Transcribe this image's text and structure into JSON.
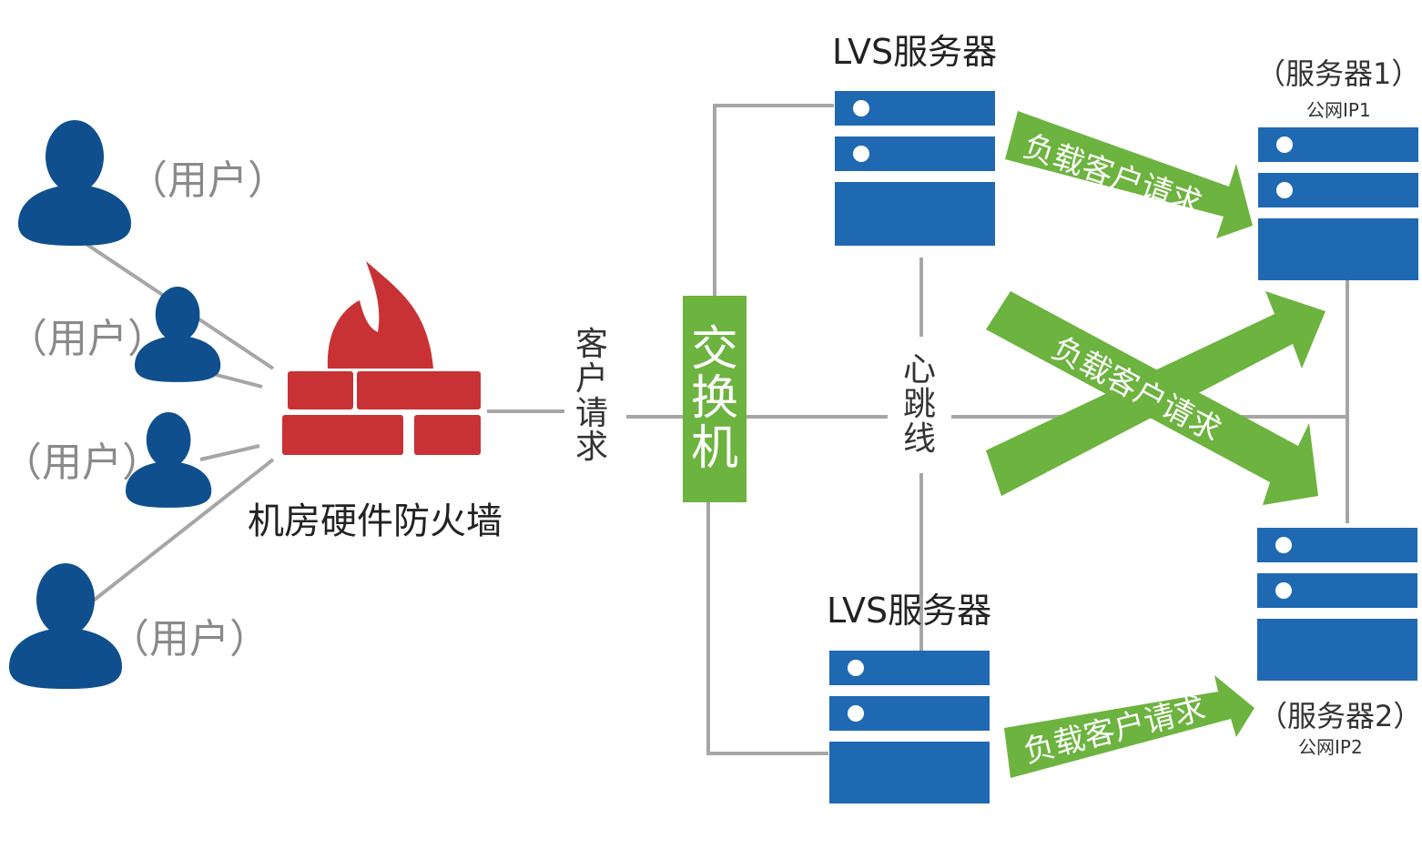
{
  "users": {
    "label_1": "（用户）",
    "label_2": "（用户）",
    "label_3": "（用户）",
    "label_4": "（用户）"
  },
  "firewall": {
    "label": "机房硬件防火墙"
  },
  "client_request": {
    "chars": [
      "客",
      "户",
      "请",
      "求"
    ]
  },
  "switch": {
    "chars": [
      "交",
      "换",
      "机"
    ]
  },
  "heartbeat": {
    "chars": [
      "心",
      "跳",
      "线"
    ]
  },
  "lvs_top": {
    "label": "LVS服务器"
  },
  "lvs_bottom": {
    "label": "LVS服务器"
  },
  "server1": {
    "name": "（服务器1）",
    "ip": "公网IP1"
  },
  "server2": {
    "name": "（服务器2）",
    "ip": "公网IP2"
  },
  "arrows": {
    "label": "负载客户请求"
  },
  "colors": {
    "user_blue": "#0f4f8e",
    "server_blue": "#1f69b3",
    "firewall_red": "#c83234",
    "arrow_green": "#6db33f",
    "line_gray": "#a6a6a6"
  }
}
